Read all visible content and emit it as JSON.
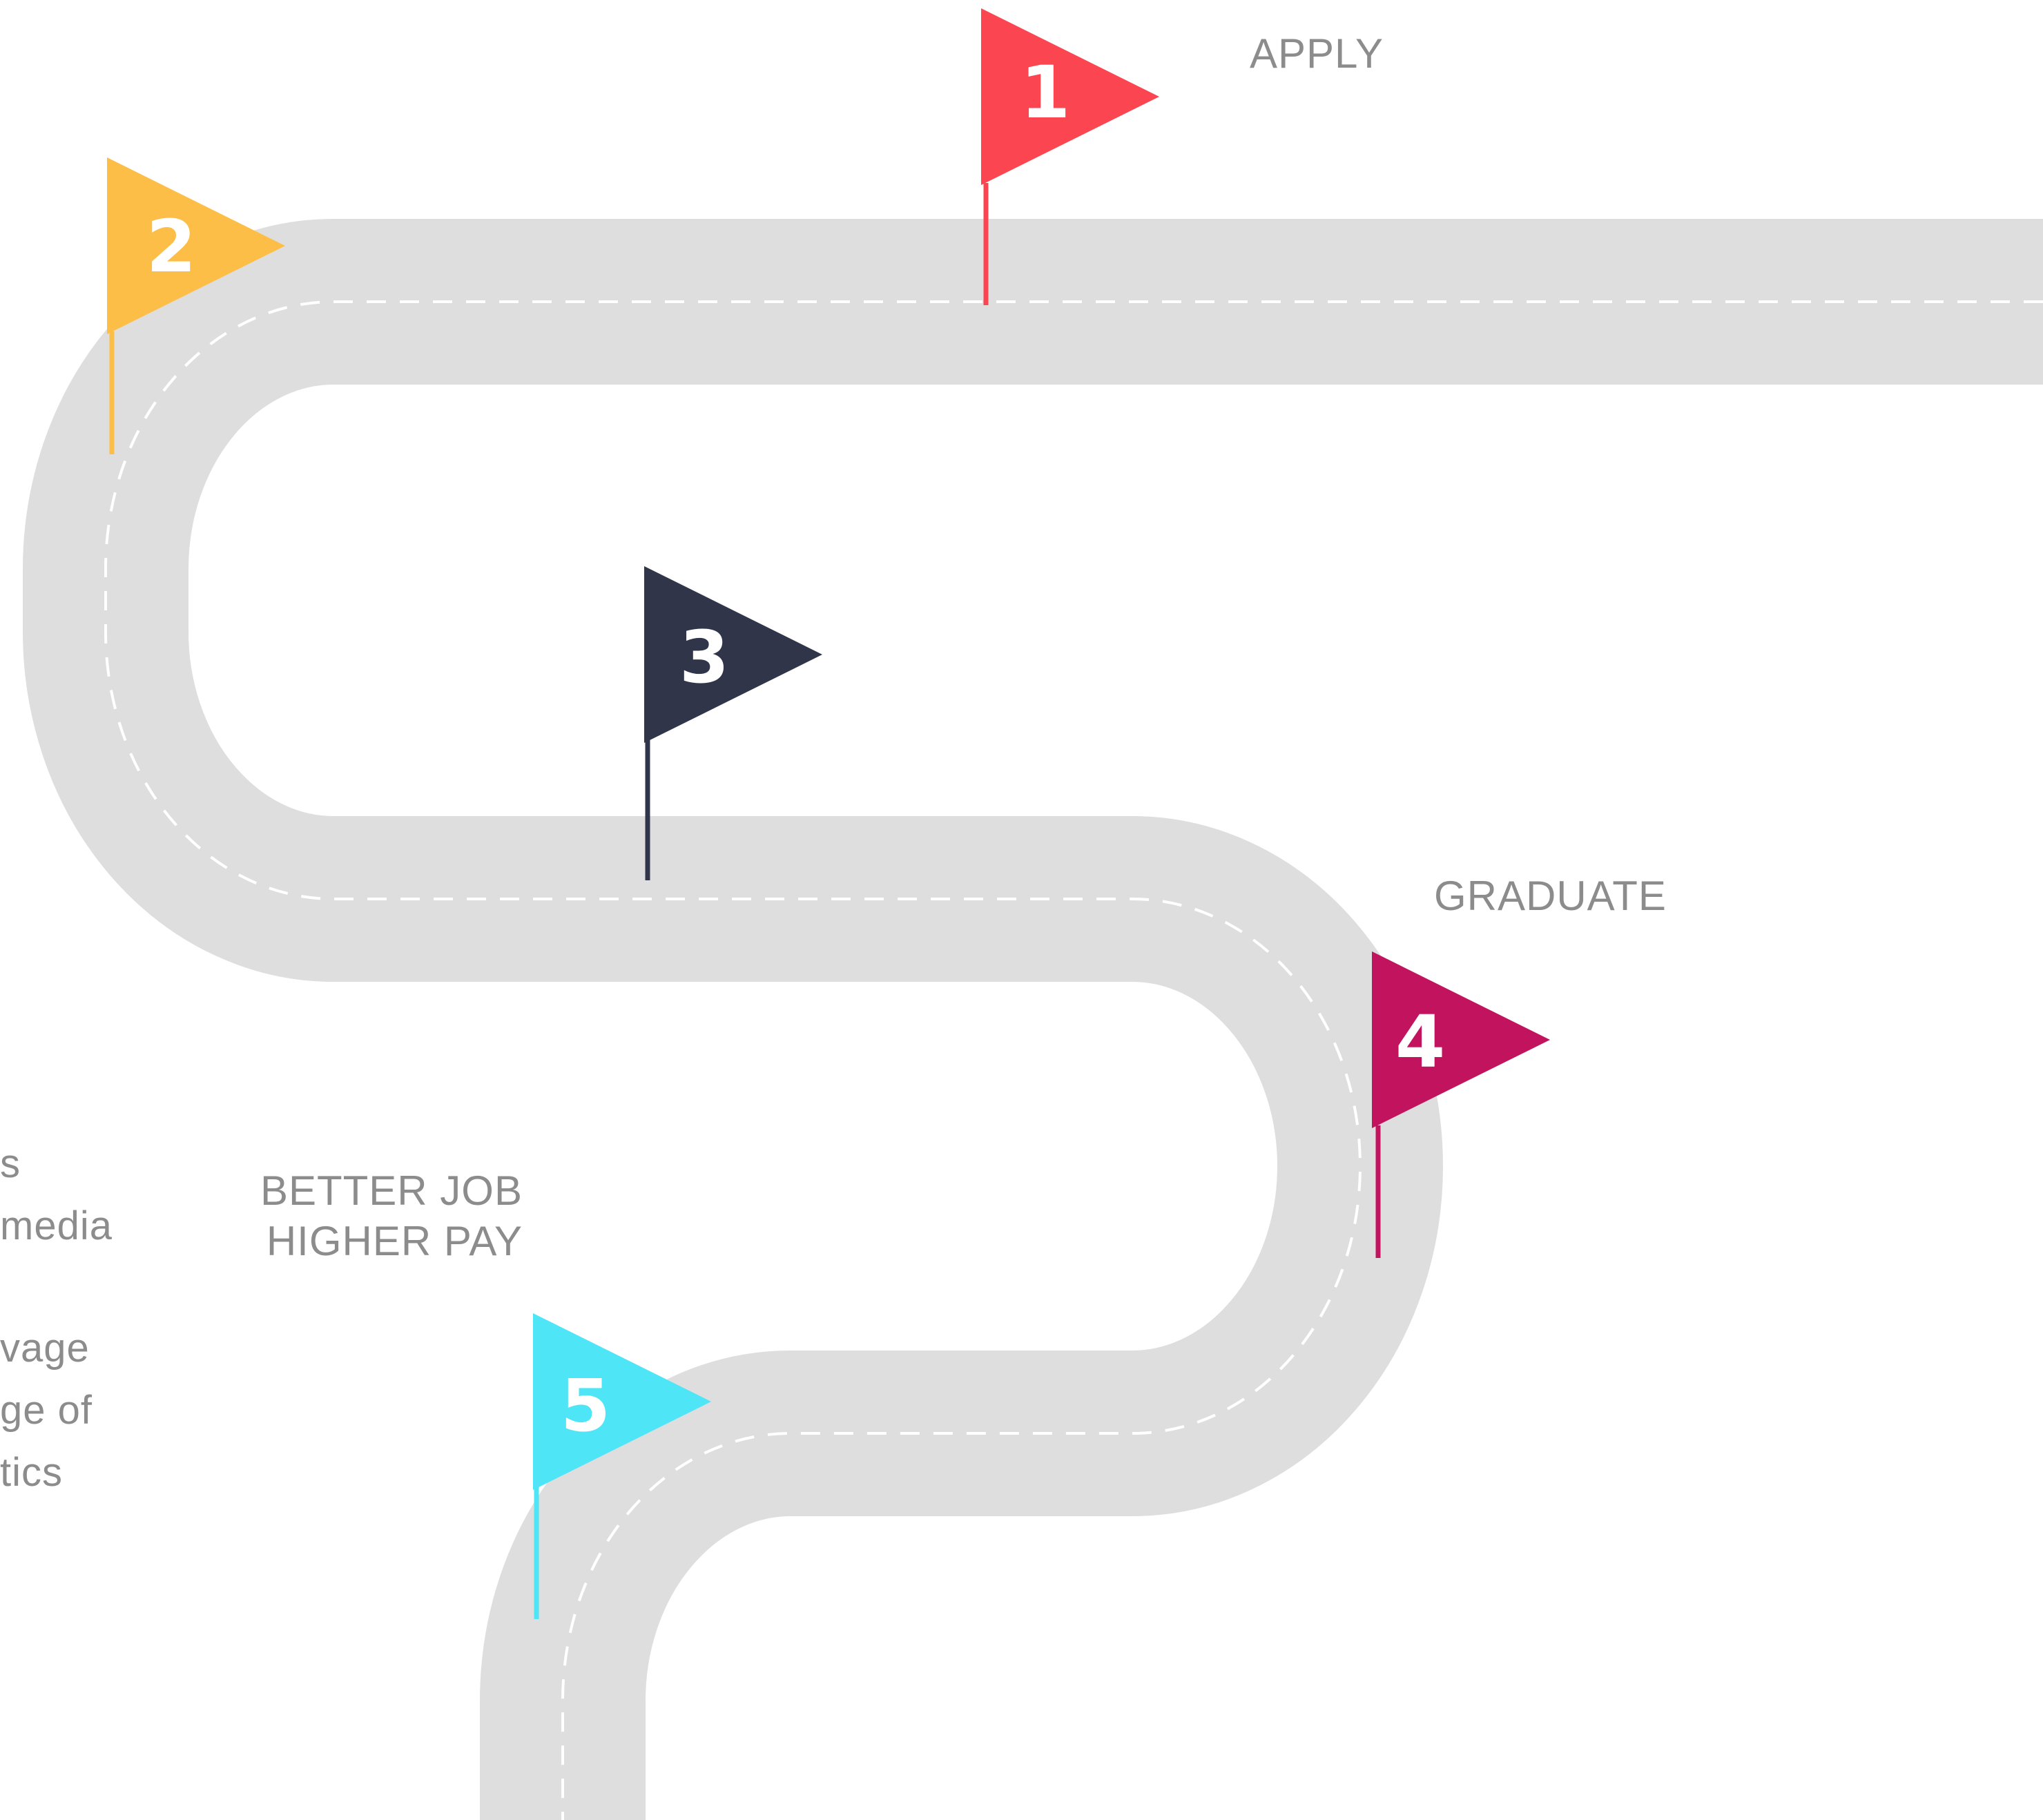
{
  "milestones": [
    {
      "number": "1",
      "color": "#fb4651",
      "label": "APPLY"
    },
    {
      "number": "2",
      "color": "#fcbe46",
      "label": ""
    },
    {
      "number": "3",
      "color": "#31354a",
      "label": ""
    },
    {
      "number": "4",
      "color": "#c2135f",
      "label": "GRADUATE"
    },
    {
      "number": "5",
      "color": "#4ee5f7",
      "label": [
        "BETTER JOB",
        "HIGHER PAY"
      ]
    }
  ],
  "cropped_text": [
    "s",
    "media",
    "",
    "vage",
    "ge of",
    "tics"
  ],
  "colors": {
    "road": "#dedede",
    "lane_marking": "#ffffff",
    "label_text": "#8c8c8c"
  }
}
